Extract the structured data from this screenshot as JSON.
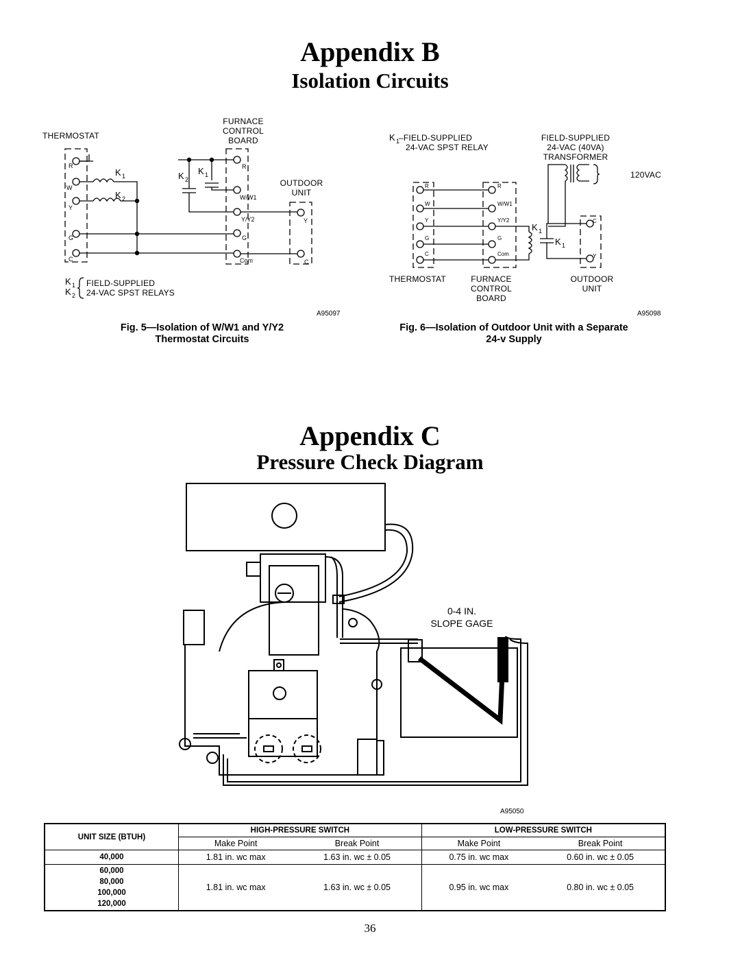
{
  "appendix_b": {
    "title": "Appendix B",
    "subtitle": "Isolation Circuits"
  },
  "fig5": {
    "labels": {
      "thermostat": "THERMOSTAT",
      "furnace": "FURNACE",
      "control": "CONTROL",
      "board": "BOARD",
      "outdoor": "OUTDOOR",
      "unit": "UNIT",
      "field_supplied": "FIELD-SUPPLIED",
      "relays": "24-VAC SPST RELAYS",
      "code": "A95097"
    },
    "caption_line1": "Fig. 5—Isolation of W/W1 and Y/Y2",
    "caption_line2": "Thermostat Circuits"
  },
  "fig6": {
    "labels": {
      "k1_field": "–FIELD-SUPPLIED",
      "spst_relay": "24-VAC SPST RELAY",
      "field_supplied": "FIELD-SUPPLIED",
      "vac40": "24-VAC (40VA)",
      "transformer": "TRANSFORMER",
      "vac120": "120VAC",
      "thermostat": "THERMOSTAT",
      "furnace": "FURNACE",
      "control": "CONTROL",
      "board": "BOARD",
      "outdoor": "OUTDOOR",
      "unit": "UNIT",
      "code": "A95098"
    },
    "caption_line1": "Fig. 6—Isolation of Outdoor Unit with a Separate",
    "caption_line2": "24-v Supply"
  },
  "appendix_c": {
    "title": "Appendix C",
    "subtitle": "Pressure Check Diagram",
    "gage_line1": "0-4 IN.",
    "gage_line2": "SLOPE GAGE",
    "code": "A95050"
  },
  "table": {
    "col_unit_size": "UNIT SIZE (BTUH)",
    "col_high": "HIGH-PRESSURE SWITCH",
    "col_low": "LOW-PRESSURE SWITCH",
    "make_point": "Make Point",
    "break_point": "Break Point",
    "rows": [
      {
        "sizes": [
          "40,000"
        ],
        "high_make": "1.81 in. wc max",
        "high_break": "1.63 in. wc ± 0.05",
        "low_make": "0.75 in. wc max",
        "low_break": "0.60 in. wc ± 0.05"
      },
      {
        "sizes": [
          "60,000",
          "80,000",
          "100,000",
          "120,000"
        ],
        "high_make": "1.81 in. wc max",
        "high_break": "1.63 in. wc ± 0.05",
        "low_make": "0.95 in. wc max",
        "low_break": "0.80 in. wc ± 0.05"
      }
    ]
  },
  "page_number": "36"
}
